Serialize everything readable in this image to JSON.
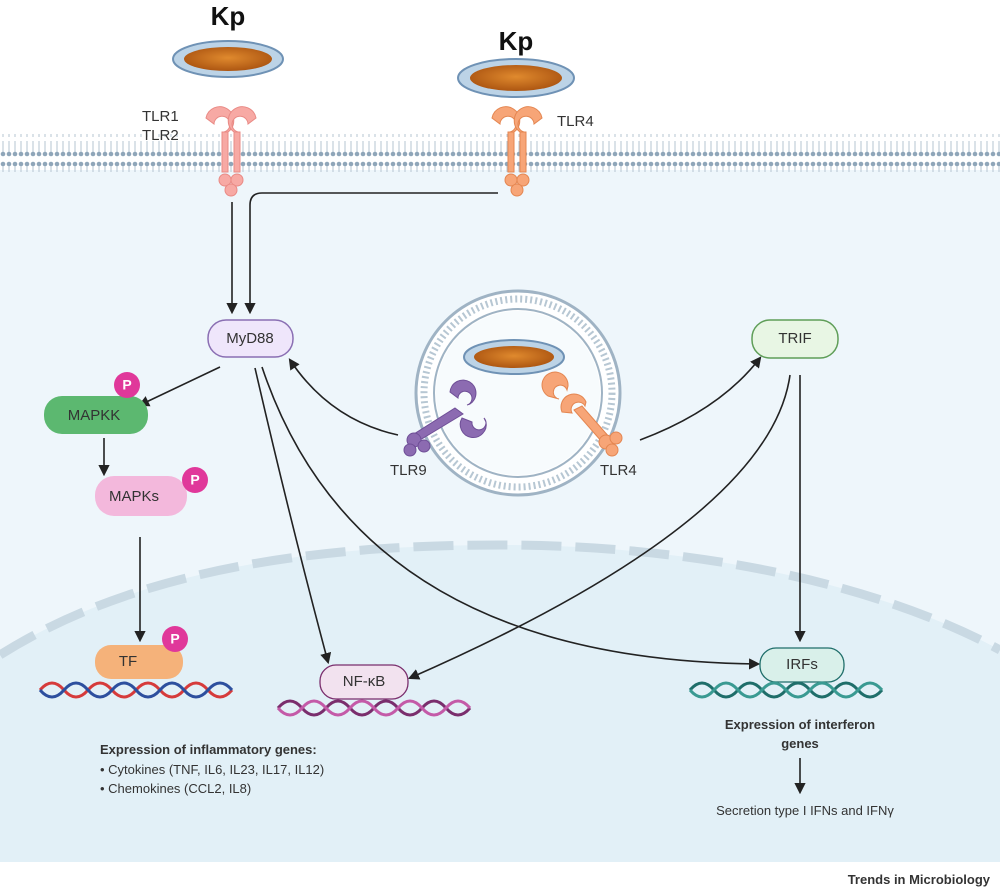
{
  "pathogens": {
    "kp_left": "Kp",
    "kp_right": "Kp"
  },
  "receptors": {
    "tlr1": "TLR1",
    "tlr2": "TLR2",
    "tlr4_surface": "TLR4",
    "tlr9": "TLR9",
    "tlr4_endosome": "TLR4"
  },
  "nodes": {
    "myd88": "MyD88",
    "trif": "TRIF",
    "mapkk": "MAPKK",
    "mapks": "MAPKs",
    "tf": "TF",
    "nfkb": "NF-κB",
    "irfs": "IRFs",
    "phospho": "P"
  },
  "outputs": {
    "inflammatory_title": "Expression of inflammatory genes:",
    "inflammatory_items": [
      "• Cytokines (TNF, IL6, IL23, IL17, IL12)",
      "• Chemokines (CCL2, IL8)"
    ],
    "interferon_title_line1": "Expression of interferon",
    "interferon_title_line2": "genes",
    "secretion": "Secretion type I IFNs and IFNγ"
  },
  "footer": {
    "journal": "Trends in Microbiology"
  },
  "colors": {
    "membrane": "#9fb3c4",
    "cytoplasm": "#eef6fb",
    "nucleus": "#ddeef6",
    "myd88_fill": "#efe6fb",
    "myd88_stroke": "#8a6fb3",
    "trif_fill": "#e8f6e4",
    "trif_stroke": "#5f9e58",
    "mapkk": "#5cb870",
    "mapks": "#f3b8dc",
    "tf": "#f5b27a",
    "phospho": "#e0389a",
    "nfkb_fill": "#f2e2ef",
    "irfs_fill": "#d9f0ea",
    "tlr12": "#f7a9a4",
    "tlr4": "#f7a577",
    "tlr9": "#8c6bb1",
    "bacterium": "#c7651b"
  }
}
